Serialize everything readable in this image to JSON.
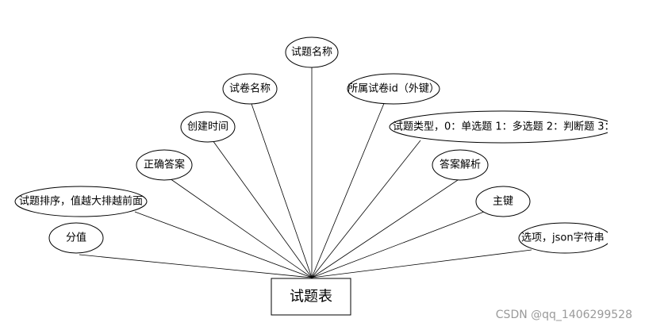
{
  "entity": {
    "label": "试题表"
  },
  "attributes": [
    {
      "id": "question-name",
      "label": "试题名称"
    },
    {
      "id": "paper-name",
      "label": "试卷名称"
    },
    {
      "id": "paper-id",
      "label": "所属试卷id（外键）"
    },
    {
      "id": "create-time",
      "label": "创建时间"
    },
    {
      "id": "question-type",
      "label": "试题类型，0：单选题 1：多选题 2：判断题 3："
    },
    {
      "id": "correct-answer",
      "label": "正确答案"
    },
    {
      "id": "answer-analysis",
      "label": "答案解析"
    },
    {
      "id": "sort-order",
      "label": "试题排序，值越大排越前面"
    },
    {
      "id": "primary-key",
      "label": "主键"
    },
    {
      "id": "score",
      "label": "分值"
    },
    {
      "id": "options",
      "label": "选项，json字符串"
    }
  ],
  "watermark": "CSDN @qq_1406299528"
}
